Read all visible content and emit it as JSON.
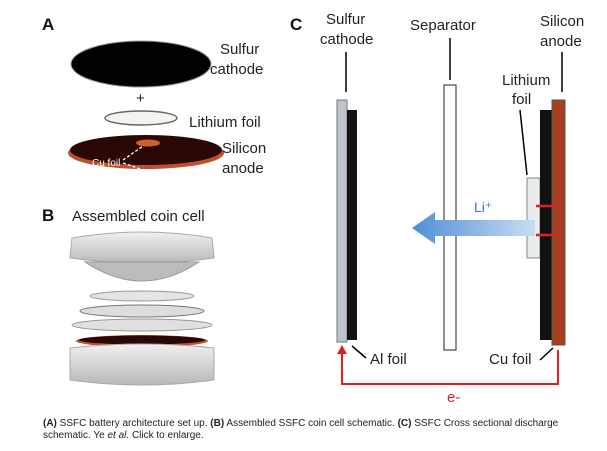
{
  "panels": {
    "a": {
      "letter": "A",
      "sulfur_1": "Sulfur",
      "sulfur_2": "cathode",
      "plus": "+",
      "lithium": "Lithium  foil",
      "silicon_1": "Silicon",
      "silicon_2": "anode",
      "cu": "Cu foil"
    },
    "b": {
      "letter": "B",
      "title": "Assembled coin cell"
    },
    "c": {
      "letter": "C",
      "sulfur_1": "Sulfur",
      "sulfur_2": "cathode",
      "separator": "Separator",
      "silicon_1": "Silicon",
      "silicon_2": "anode",
      "lithium_1": "Lithium",
      "lithium_2": "foil",
      "li_ion": "Li⁺",
      "al_foil": "Al foil",
      "cu_foil": "Cu foil",
      "electron": "e-"
    }
  },
  "caption": {
    "a_tag": "(A)",
    "a_text": " SSFC battery architecture set up. ",
    "b_tag": "(B)",
    "b_text": " Assembled SSFC coin cell schematic. ",
    "c_tag": "(C)",
    "c_text": " SSFC Cross sectional discharge schematic. Ye ",
    "etal": "et al.",
    "link": " Click to enlarge."
  },
  "colors": {
    "anode_brown": "#a8401f",
    "li_arrow": "#7fb0e0",
    "circuit_red": "#e02020"
  }
}
